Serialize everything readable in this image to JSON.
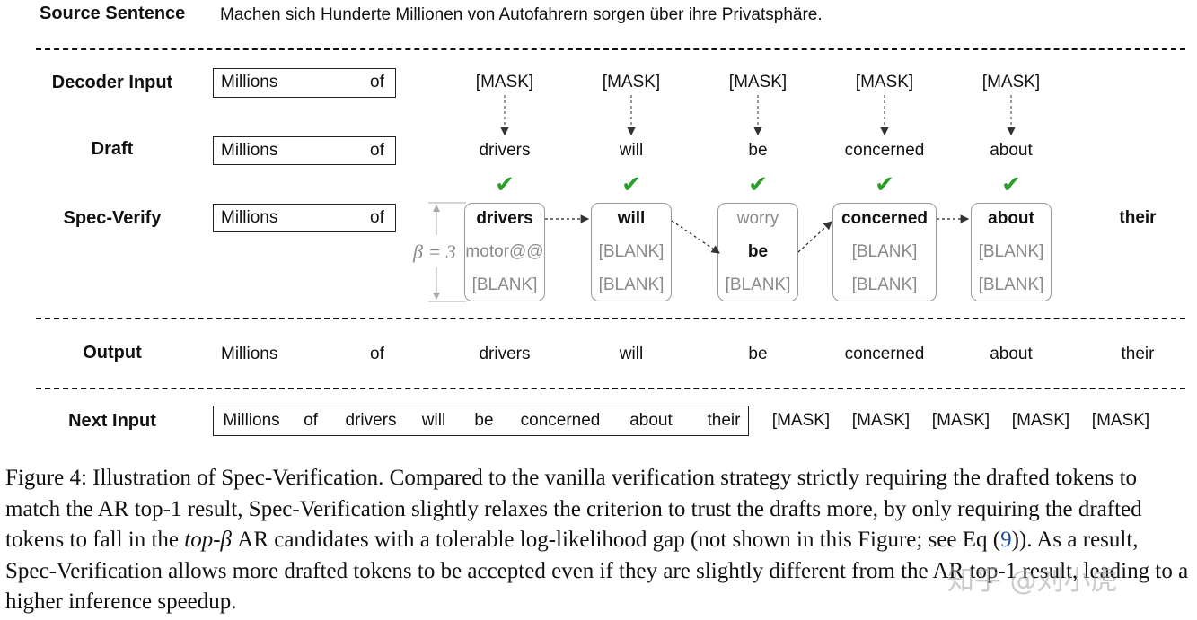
{
  "source": {
    "label": "Source Sentence",
    "text": "Machen sich Hunderte Millionen von Autofahrern sorgen über ihre Privatsphäre."
  },
  "decoder_input": {
    "label": "Decoder Input",
    "prefix": [
      "Millions",
      "of"
    ],
    "masks": [
      "[MASK]",
      "[MASK]",
      "[MASK]",
      "[MASK]",
      "[MASK]"
    ]
  },
  "draft": {
    "label": "Draft",
    "prefix": [
      "Millions",
      "of"
    ],
    "tokens": [
      "drivers",
      "will",
      "be",
      "concerned",
      "about"
    ]
  },
  "spec_verify": {
    "label": "Spec-Verify",
    "prefix": [
      "Millions",
      "of"
    ],
    "beta": "β = 3",
    "columns": [
      {
        "candidates": [
          "drivers",
          "motor@@",
          "[BLANK]"
        ],
        "selected": 0
      },
      {
        "candidates": [
          "will",
          "[BLANK]",
          "[BLANK]"
        ],
        "selected": 0
      },
      {
        "candidates": [
          "worry",
          "be",
          "[BLANK]"
        ],
        "selected": 1
      },
      {
        "candidates": [
          "concerned",
          "[BLANK]",
          "[BLANK]"
        ],
        "selected": 0
      },
      {
        "candidates": [
          "about",
          "[BLANK]",
          "[BLANK]"
        ],
        "selected": 0
      }
    ],
    "extra": "their",
    "checks": [
      "✔",
      "✔",
      "✔",
      "✔",
      "✔"
    ]
  },
  "output": {
    "label": "Output",
    "tokens": [
      "Millions",
      "of",
      "drivers",
      "will",
      "be",
      "concerned",
      "about",
      "their"
    ]
  },
  "next_input": {
    "label": "Next Input",
    "tokens": [
      "Millions",
      "of",
      "drivers",
      "will",
      "be",
      "concerned",
      "about",
      "their"
    ],
    "masks": [
      "[MASK]",
      "[MASK]",
      "[MASK]",
      "[MASK]",
      "[MASK]"
    ]
  },
  "caption": {
    "part1": "Figure 4: Illustration of Spec-Verification. Compared to the vanilla verification strategy strictly requiring the drafted tokens to match the AR top-1 result, Spec-Verification slightly relaxes the criterion to trust the drafts more, by only requiring the drafted tokens to fall in the ",
    "italic": "top-β",
    "part2": " AR candidates with a tolerable log-likelihood gap (not shown in this Figure; see Eq (",
    "ref": "9",
    "part3": ")). As a result, Spec-Verification allows more drafted tokens to be accepted even if they are slightly different from the AR top-1 result, leading to a higher inference speedup."
  },
  "watermark": "知乎 @刘小虎"
}
